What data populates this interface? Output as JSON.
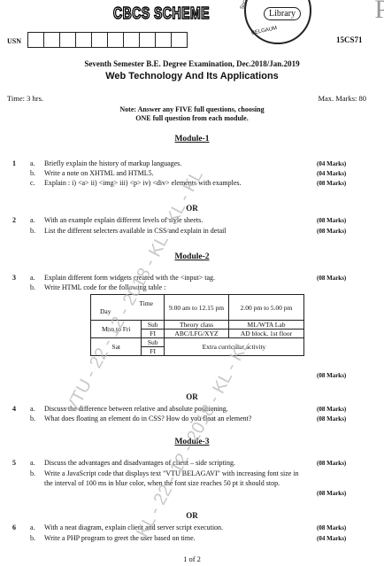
{
  "header": {
    "scheme": "CBCS SCHEME",
    "seal_text": "Library",
    "seal_top": "Soci",
    "seal_bottom": "BELGAUM",
    "usn_label": "USN",
    "usn_box_count": 10,
    "code": "15CS71",
    "exam": "Seventh Semester B.E. Degree Examination, Dec.2018/Jan.2019",
    "title": "Web Technology And Its Applications",
    "time": "Time: 3 hrs.",
    "max_marks": "Max. Marks: 80",
    "note_line1": "Note: Answer any FIVE full questions, choosing",
    "note_line2": "ONE full question from each module."
  },
  "modules": {
    "m1": "Module-1",
    "m2": "Module-2",
    "m3": "Module-3",
    "or": "OR"
  },
  "questions": {
    "q1": {
      "num": "1",
      "a": {
        "label": "a.",
        "text": "Briefly explain the history of markup languages.",
        "marks": "(04 Marks)"
      },
      "b": {
        "label": "b.",
        "text": "Write a note on XHTML and HTML5.",
        "marks": "(04 Marks)"
      },
      "c": {
        "label": "c.",
        "text": "Explain :  i) <a>    ii) <img>    iii) <p>    iv) <div> elements with examples.",
        "marks": "(08 Marks)"
      }
    },
    "q2": {
      "num": "2",
      "a": {
        "label": "a.",
        "text": "With an example explain different levels of style sheets.",
        "marks": "(08 Marks)"
      },
      "b": {
        "label": "b.",
        "text": "List the different selecters available in CSS and explain in detail",
        "marks": "(08 Marks)"
      }
    },
    "q3": {
      "num": "3",
      "a": {
        "label": "a.",
        "text": "Explain different form widgets created with the <input> tag.",
        "marks": "(08 Marks)"
      },
      "b": {
        "label": "b.",
        "text": "Write HTML code for the following table :",
        "marks": "(08 Marks)"
      }
    },
    "q4": {
      "num": "4",
      "a": {
        "label": "a.",
        "text": "Discuss the difference between relative and absolute positioning.",
        "marks": "(08 Marks)"
      },
      "b": {
        "label": "b.",
        "text": "What does floating an element do in CSS? How do you float an element?",
        "marks": "(08 Marks)"
      }
    },
    "q5": {
      "num": "5",
      "a": {
        "label": "a.",
        "text": "Discuss the advantages and disadvantages of client – side scripting.",
        "marks": "(08 Marks)"
      },
      "b": {
        "label": "b.",
        "text1": "Write a JavaScript code that displays text \"VTU BELAGAVI\" with increasing font size in",
        "text2": "the interval of 100 ms in blue color, when the font size reaches 50 pt it should stop.",
        "marks": "(08 Marks)"
      }
    },
    "q6": {
      "num": "6",
      "a": {
        "label": "a.",
        "text": "With a neat diagram, explain client and server script execution.",
        "marks": "(08 Marks)"
      },
      "b": {
        "label": "b.",
        "text": "Write a PHP program to greet the user based on time.",
        "marks": "(04 Marks)"
      }
    }
  },
  "table": {
    "time_label": "Time",
    "day_label": "Day",
    "slot1": "9.00 am to 12.15 pm",
    "slot2": "2.00 pm to 5.00 pm",
    "row1_day": "Mon to Fri",
    "sub": "Sub",
    "fi": "FI",
    "r1_sub_s1": "Theory class",
    "r1_sub_s2": "ML/WTA Lab",
    "r1_fi_s1": "ABC/LFG/XYZ",
    "r1_fi_s2": "AD block, 1st floor",
    "row2_day": "Sat",
    "sat_activity": "Extra curricular activity"
  },
  "footer": {
    "page": "1 of 2"
  },
  "watermark": "VTU - 22 - 12 - 2018 - KL - KL - KL"
}
